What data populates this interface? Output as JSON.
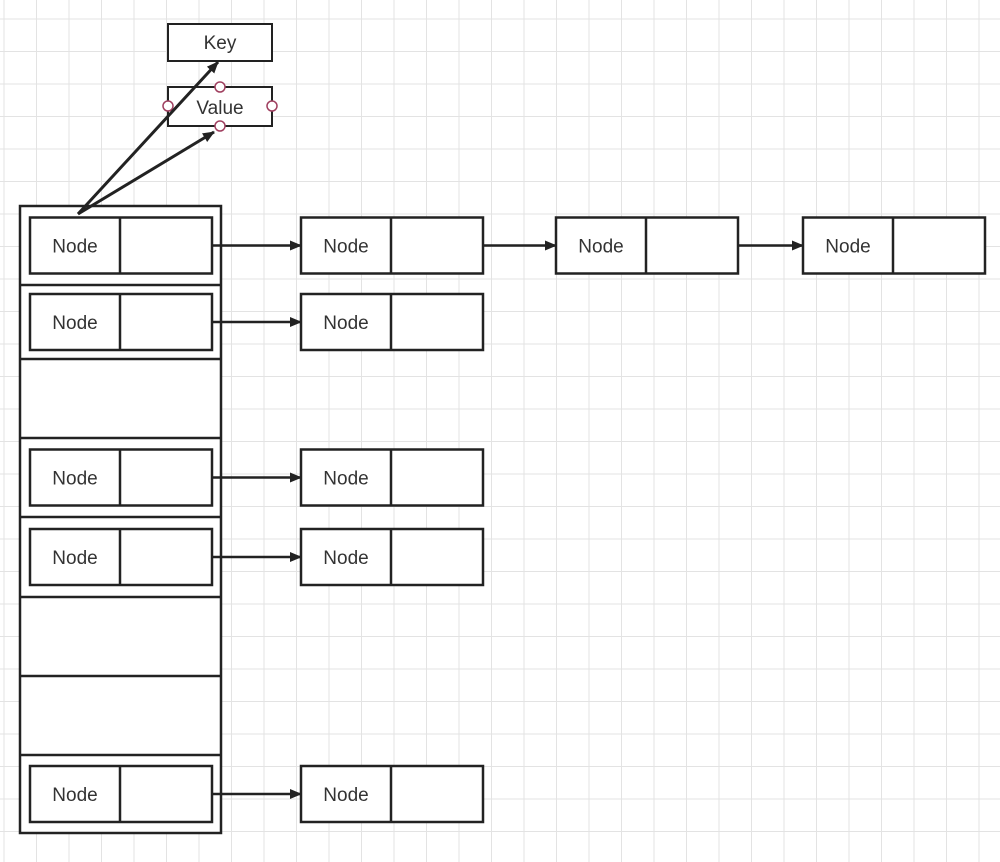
{
  "colors": {
    "stroke": "#222222",
    "grid": "#e3e3e3",
    "text": "#333333",
    "connector": "#a04060"
  },
  "entry": {
    "key_label": "Key",
    "value_label": "Value"
  },
  "buckets": [
    {
      "node_label": "Node",
      "chain": [
        "Node",
        "Node",
        "Node"
      ]
    },
    {
      "node_label": "Node",
      "chain": [
        "Node"
      ]
    },
    null,
    {
      "node_label": "Node",
      "chain": [
        "Node"
      ]
    },
    {
      "node_label": "Node",
      "chain": [
        "Node"
      ]
    },
    null,
    null,
    {
      "node_label": "Node",
      "chain": [
        "Node"
      ]
    }
  ]
}
